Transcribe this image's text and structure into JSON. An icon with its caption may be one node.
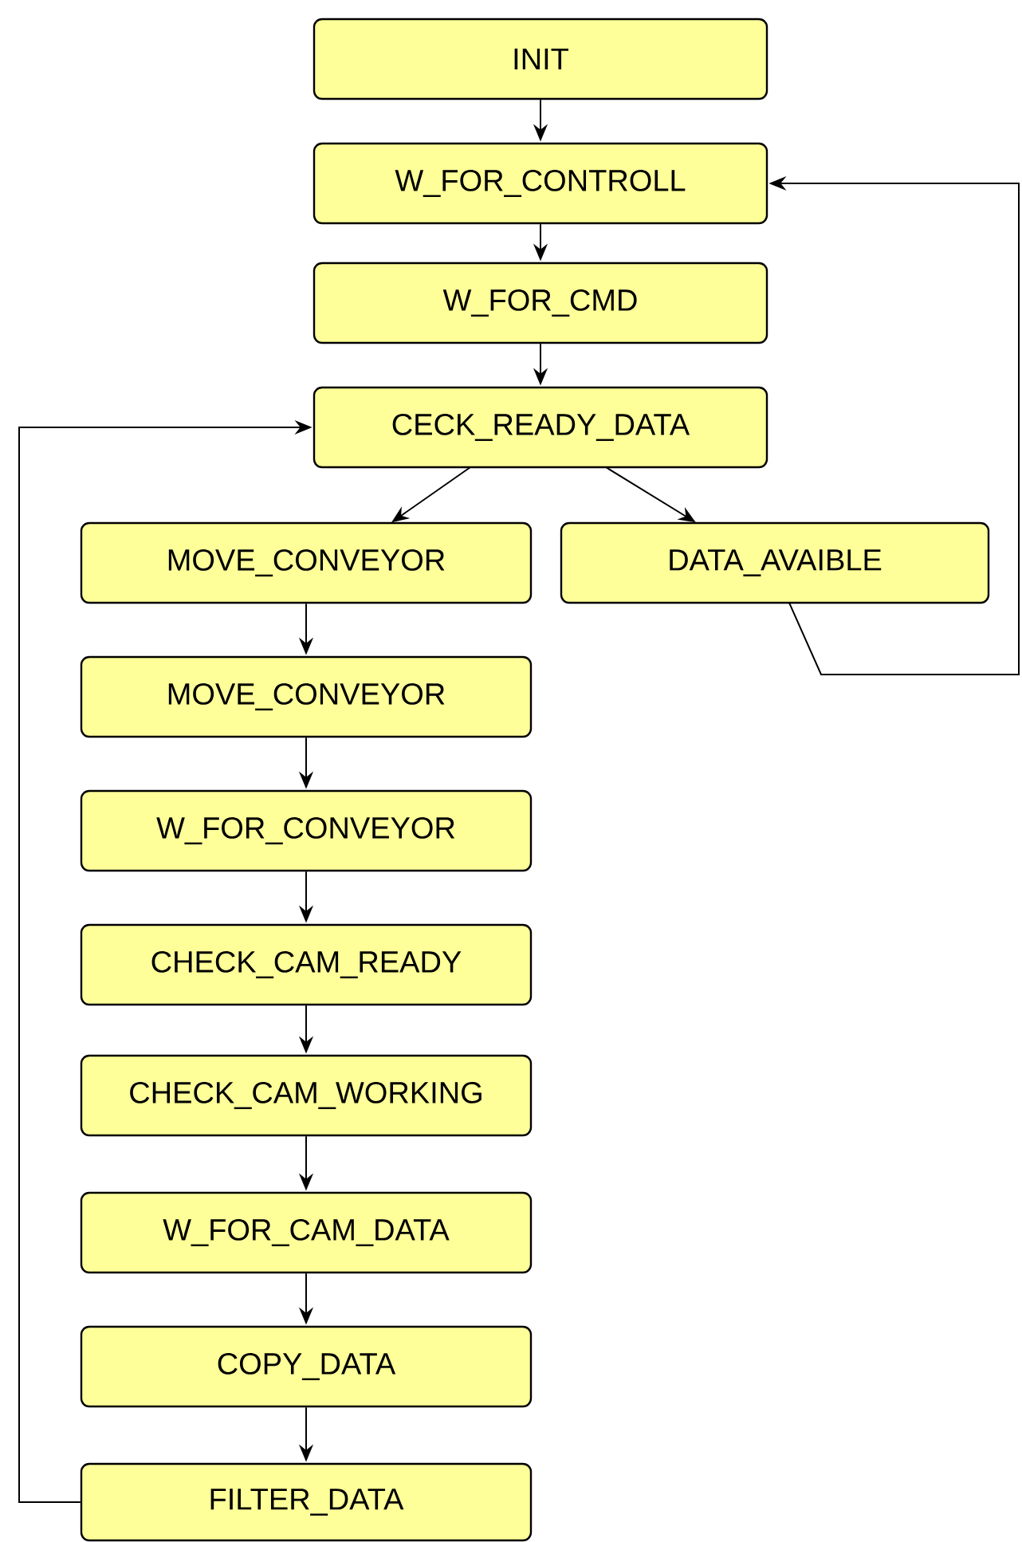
{
  "diagram": {
    "nodes": [
      {
        "text": [
          "INIT"
        ]
      },
      {
        "text": [
          "W_FOR_CONTROLL"
        ]
      },
      {
        "text": [
          "W_FOR_CMD"
        ]
      },
      {
        "text": [
          "CECK_READY_DATA"
        ]
      },
      {
        "text": [
          "MOVE_CONVEYOR"
        ]
      },
      {
        "text": [
          "DATA_AVAIBLE"
        ]
      },
      {
        "text": [
          "MOVE_CONVEYOR"
        ]
      },
      {
        "text": [
          "W_FOR_CONVEYOR"
        ]
      },
      {
        "text": [
          "CHECK_CAM_READY"
        ]
      },
      {
        "text": [
          "CHECK_CAM_WORKING"
        ]
      },
      {
        "text": [
          "W_FOR_CAM_DATA"
        ]
      },
      {
        "text": [
          "COPY_DATA"
        ]
      },
      {
        "text": [
          "FILTER_DATA"
        ]
      }
    ],
    "edges": [
      {
        "from": 0,
        "to": 1,
        "arrow": "to"
      },
      {
        "from": 1,
        "to": 2,
        "arrow": "to"
      },
      {
        "from": 2,
        "to": 3,
        "arrow": "to"
      },
      {
        "from": 3,
        "to": 4,
        "arrow": "to"
      },
      {
        "from": 3,
        "to": 5,
        "arrow": "to"
      },
      {
        "from": 4,
        "to": 6,
        "arrow": "to"
      },
      {
        "from": 6,
        "to": 7,
        "arrow": "to"
      },
      {
        "from": 7,
        "to": 8,
        "arrow": "to"
      },
      {
        "from": 8,
        "to": 9,
        "arrow": "to"
      },
      {
        "from": 9,
        "to": 10,
        "arrow": "to"
      },
      {
        "from": 10,
        "to": 11,
        "arrow": "to"
      },
      {
        "from": 11,
        "to": 12,
        "arrow": "to"
      },
      {
        "from": 12,
        "to": 3,
        "arrow": "to"
      },
      {
        "from": 5,
        "to": 1,
        "arrow": "to"
      }
    ]
  }
}
